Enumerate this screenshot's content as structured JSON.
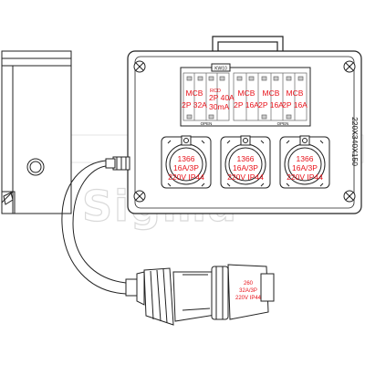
{
  "watermark": {
    "text": "Sigma"
  },
  "enclosure": {
    "dimension_label": "220X340X150",
    "top_label": "KW10",
    "open_labels": [
      "OPEN",
      "OPEN"
    ]
  },
  "breakers": [
    {
      "type": "MCB",
      "rating": "2P 32A"
    },
    {
      "type": "RCD",
      "rating": "2P 40A",
      "sensitivity": "30mA"
    },
    {
      "type": "MCB",
      "rating": "2P 16A"
    },
    {
      "type": "MCB",
      "rating": "2P 16A"
    },
    {
      "type": "MCB",
      "rating": "2P 16A"
    }
  ],
  "sockets": [
    {
      "code": "1366",
      "rating": "16A/3P",
      "spec": "220V IP44"
    },
    {
      "code": "1366",
      "rating": "16A/3P",
      "spec": "220V IP44"
    },
    {
      "code": "1366",
      "rating": "16A/3P",
      "spec": "220V IP44"
    }
  ],
  "plug": {
    "code": "260",
    "rating": "32A/3P",
    "spec": "220V IP44"
  },
  "colors": {
    "label_red": "#e8131b",
    "outline": "#222222",
    "watermark": "#d9d9d9"
  }
}
